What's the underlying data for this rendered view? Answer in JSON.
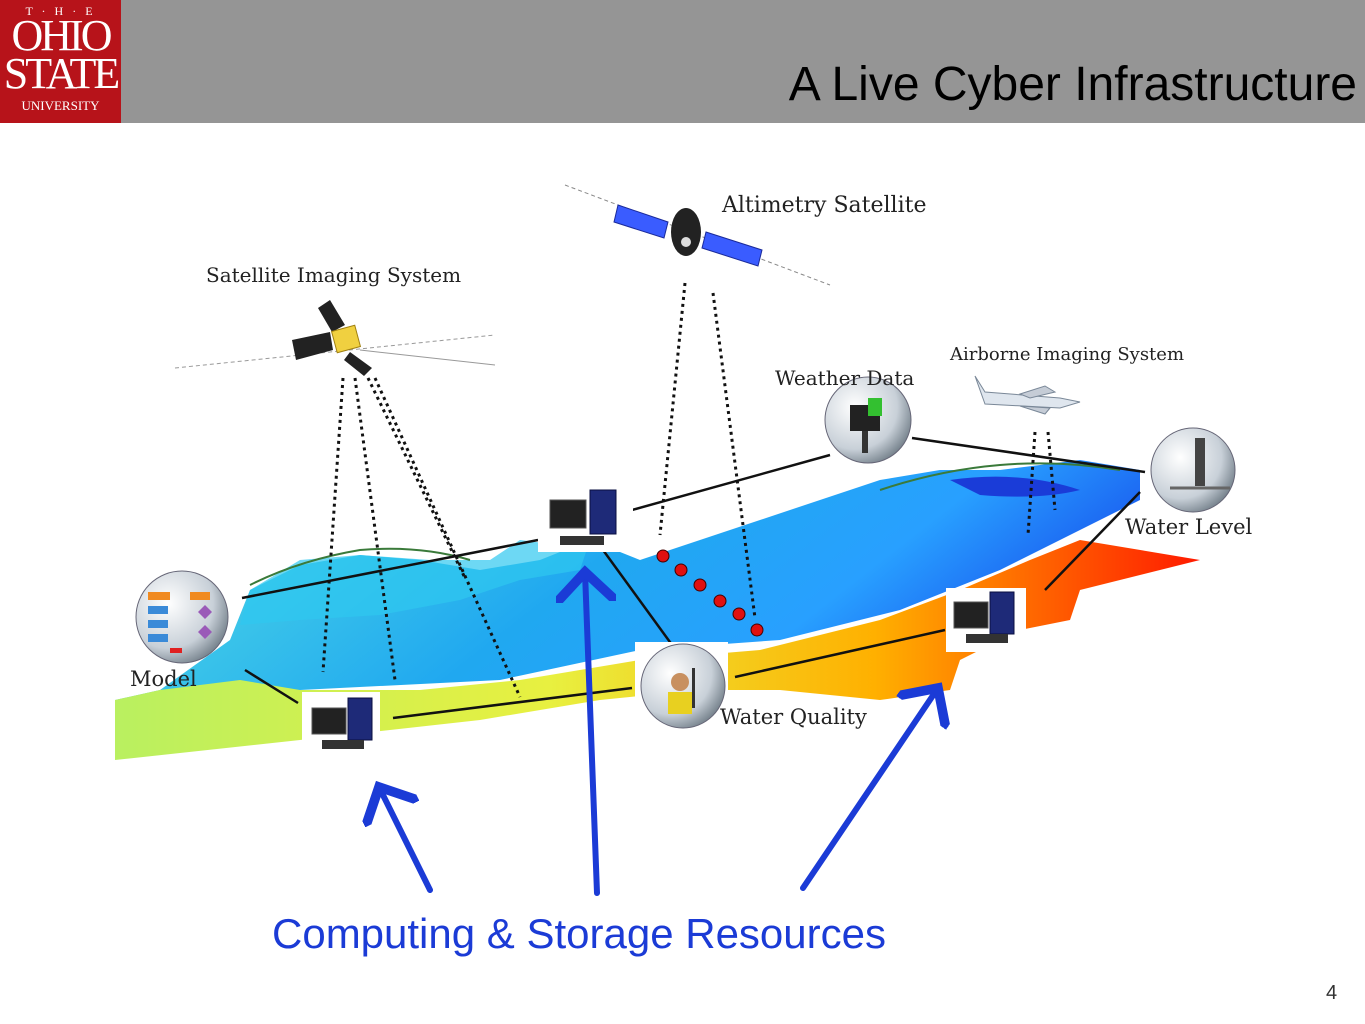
{
  "header": {
    "logo": {
      "the": "T · H · E",
      "line1": "OHIO",
      "line2": "STATE",
      "line3": "UNIVERSITY"
    },
    "title": "A Live Cyber Infrastructure"
  },
  "labels": {
    "altimetry": "Altimetry Satellite",
    "satellite_imaging": "Satellite Imaging System",
    "weather": "Weather Data",
    "airborne": "Airborne Imaging System",
    "water_level": "Water Level",
    "model": "Model",
    "water_quality": "Water Quality"
  },
  "footer": {
    "resources": "Computing & Storage Resources"
  },
  "page_number": "4",
  "colors": {
    "header": "#959595",
    "logo": "#b7131a",
    "arrow": "#1b3bd6",
    "node_dot": "#e01010"
  }
}
